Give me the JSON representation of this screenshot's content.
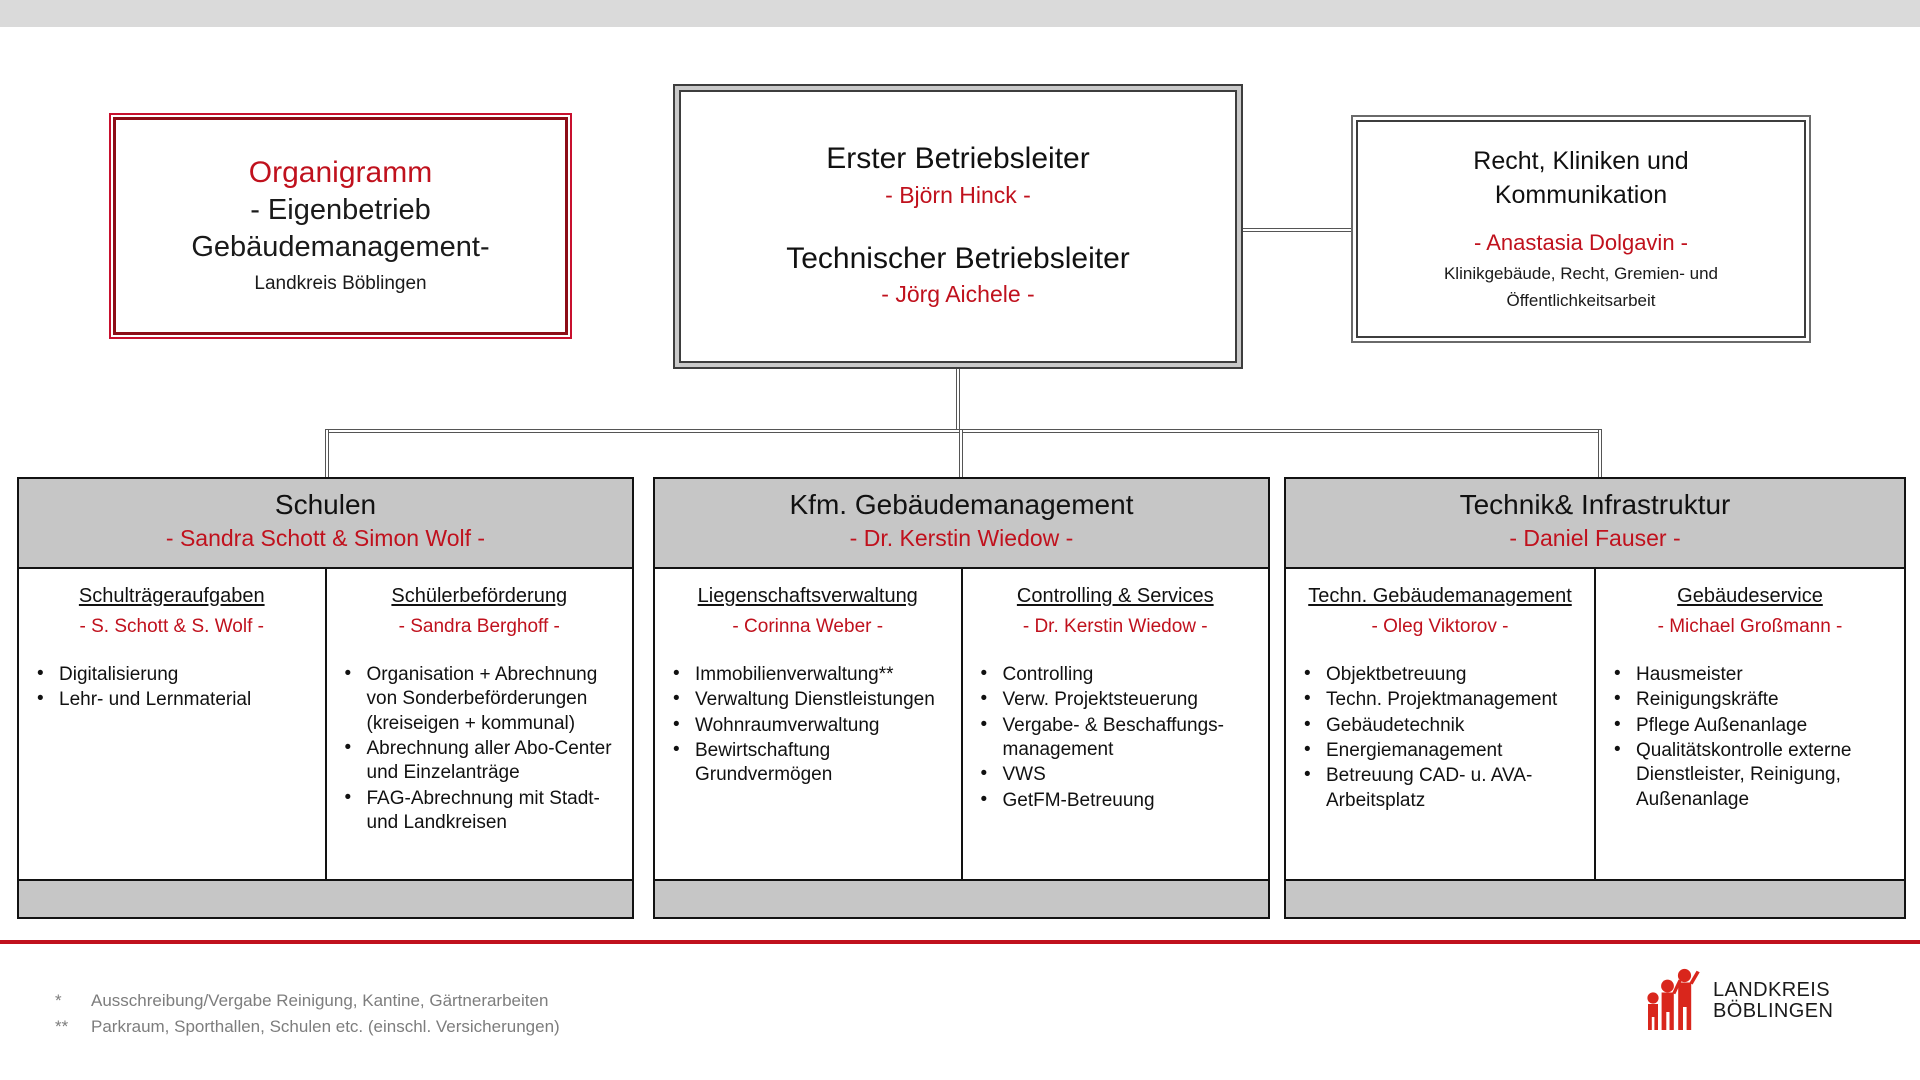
{
  "colors": {
    "accent_red": "#c0111d",
    "header_gray": "#c6c6c6",
    "band_gray": "#dadada",
    "footnote_gray": "#7d7d7d",
    "border_black": "#121212"
  },
  "title_box": {
    "line1": "Organigramm",
    "line2": "- Eigenbetrieb",
    "line3": "Gebäudemanagement-",
    "line4": "Landkreis Böblingen"
  },
  "leadership": {
    "role1": "Erster Betriebsleiter",
    "person1": "- Björn Hinck -",
    "role2": "Technischer Betriebsleiter",
    "person2": "- Jörg Aichele -"
  },
  "staff_unit": {
    "name_line1": "Recht, Kliniken und",
    "name_line2": "Kommunikation",
    "person": "- Anastasia Dolgavin -",
    "description_line1": "Klinikgebäude, Recht, Gremien- und",
    "description_line2": "Öffentlichkeitsarbeit"
  },
  "groups": [
    {
      "name": "Schulen",
      "lead": "- Sandra Schott & Simon Wolf -",
      "columns": [
        {
          "name": "Schulträgeraufgaben",
          "lead": "- S. Schott & S. Wolf -",
          "items": [
            "Digitalisierung",
            "Lehr- und Lernmaterial"
          ]
        },
        {
          "name": "Schülerbeförderung",
          "lead": "- Sandra Berghoff -",
          "items": [
            "Organisation + Abrechnung von Sonderbeförderungen (kreiseigen + kommunal)",
            "Abrechnung aller Abo-Center und Einzelanträge",
            "FAG-Abrechnung mit Stadt- und Landkreisen"
          ]
        }
      ]
    },
    {
      "name": "Kfm. Gebäudemanagement",
      "lead": "- Dr. Kerstin Wiedow -",
      "columns": [
        {
          "name": "Liegenschaftsverwaltung",
          "lead": "- Corinna Weber -",
          "items": [
            "Immobilienverwaltung**",
            "Verwaltung Dienstleistungen",
            "Wohnraumverwaltung",
            "Bewirtschaftung Grundvermögen"
          ]
        },
        {
          "name": "Controlling & Services",
          "lead": "- Dr. Kerstin Wiedow -",
          "items": [
            "Controlling",
            "Verw. Projektsteuerung",
            "Vergabe- & Beschaffungs-management",
            "VWS",
            "GetFM-Betreuung"
          ]
        }
      ]
    },
    {
      "name": "Technik& Infrastruktur",
      "lead": "- Daniel Fauser -",
      "columns": [
        {
          "name": "Techn. Gebäudemanagement",
          "lead": "- Oleg Viktorov -",
          "items": [
            "Objektbetreuung",
            "Techn. Projektmanagement",
            "Gebäudetechnik",
            "Energiemanagement",
            "Betreuung CAD- u. AVA-Arbeitsplatz"
          ]
        },
        {
          "name": "Gebäudeservice",
          "lead": "- Michael Großmann -",
          "items": [
            "Hausmeister",
            "Reinigungskräfte",
            "Pflege Außenanlage",
            "Qualitätskontrolle externe Dienstleister, Reinigung, Außenanlage"
          ]
        }
      ]
    }
  ],
  "footnotes": [
    {
      "mark": "*",
      "text": "Ausschreibung/Vergabe Reinigung, Kantine, Gärtnerarbeiten"
    },
    {
      "mark": "**",
      "text": "Parkraum, Sporthallen, Schulen  etc. (einschl. Versicherungen)"
    }
  ],
  "logo": {
    "line1": "LANDKREIS",
    "line2": "BÖBLINGEN"
  }
}
